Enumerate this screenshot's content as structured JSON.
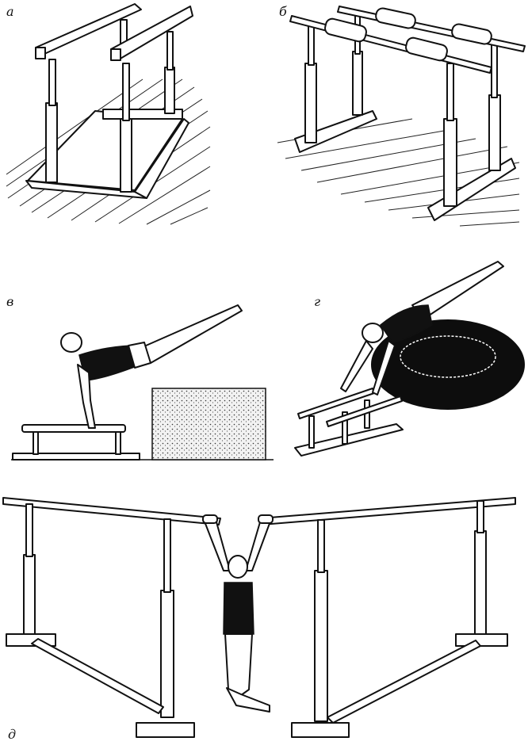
{
  "panels": [
    {
      "id": "a",
      "label": "а"
    },
    {
      "id": "b",
      "label": "б"
    },
    {
      "id": "v",
      "label": "в"
    },
    {
      "id": "g",
      "label": "г"
    },
    {
      "id": "d",
      "label": "д"
    }
  ],
  "colors": {
    "ink": "#111111",
    "paper": "#ffffff",
    "mat_fill": "#e8e8e8",
    "tire": "#0d0d0d"
  }
}
